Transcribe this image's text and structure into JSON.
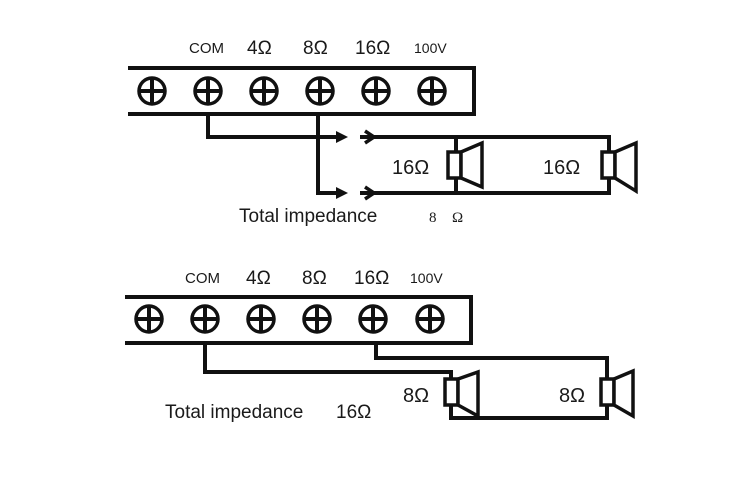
{
  "diagram": {
    "colors": {
      "line": "#111111",
      "text": "#1a1a1a",
      "background": "#ffffff"
    },
    "terminal_labels": [
      "COM",
      "4Ω",
      "8Ω",
      "16Ω",
      "100V"
    ],
    "panels": [
      {
        "name": "parallel-connection",
        "terminal_labels": [
          "COM",
          "4Ω",
          "8Ω",
          "16Ω",
          "100V"
        ],
        "terminal_count": 6,
        "connected_terminals": [
          "COM",
          "8Ω"
        ],
        "speakers": [
          {
            "impedance_label": "16Ω",
            "icon": "speaker-icon"
          },
          {
            "impedance_label": "16Ω",
            "icon": "speaker-icon"
          }
        ],
        "connection_type": "parallel",
        "total_label": "Total impedance",
        "total_value": "8",
        "total_unit": "Ω"
      },
      {
        "name": "series-connection",
        "terminal_labels": [
          "COM",
          "4Ω",
          "8Ω",
          "16Ω",
          "100V"
        ],
        "terminal_count": 6,
        "connected_terminals": [
          "COM",
          "16Ω"
        ],
        "speakers": [
          {
            "impedance_label": "8Ω",
            "icon": "speaker-icon"
          },
          {
            "impedance_label": "8Ω",
            "icon": "speaker-icon"
          }
        ],
        "connection_type": "series",
        "total_label": "Total impedance",
        "total_value": "16Ω"
      }
    ]
  }
}
